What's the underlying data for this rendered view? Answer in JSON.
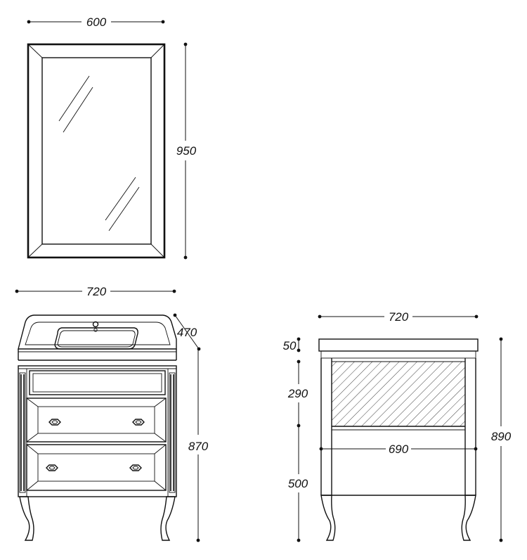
{
  "mirror": {
    "width_label": "600",
    "height_label": "950"
  },
  "vanity_front": {
    "width_label": "720",
    "depth_label": "470",
    "height_label": "870"
  },
  "vanity_side": {
    "width_label": "720",
    "top_label": "50",
    "body_label": "290",
    "inner_width_label": "690",
    "leg_label": "500",
    "total_height_label": "890"
  },
  "colors": {
    "line": "#111111",
    "background": "#ffffff"
  }
}
